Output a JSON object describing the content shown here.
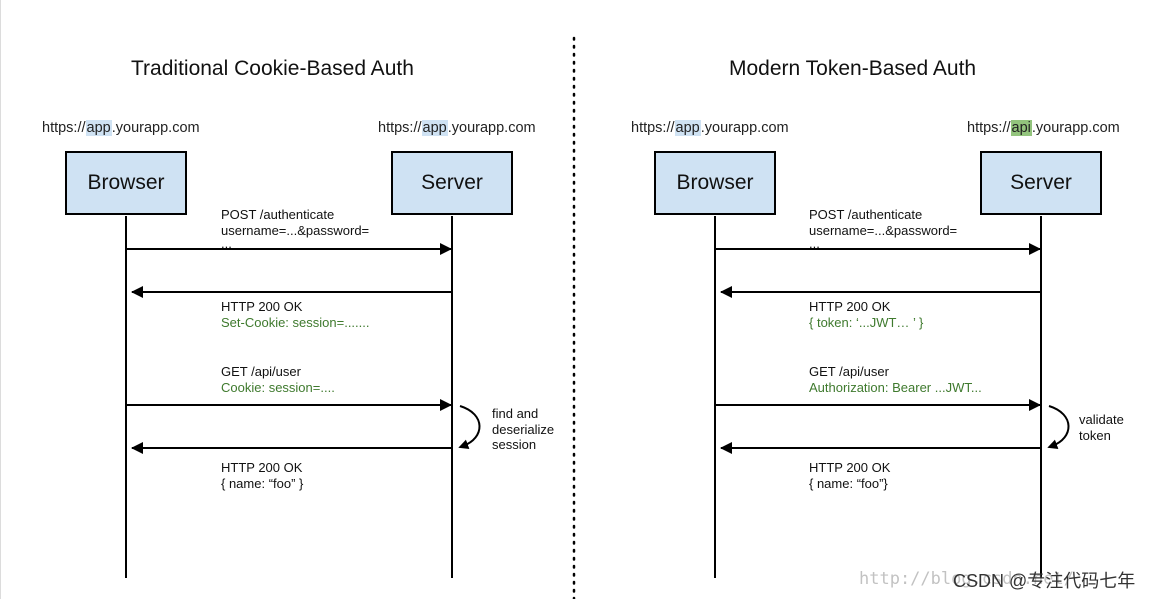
{
  "left": {
    "title": "Traditional Cookie-Based Auth",
    "browser_url": {
      "pre": "https://",
      "hl": "app",
      "post": ".yourapp.com",
      "hl_color": "#cfe2f3"
    },
    "server_url": {
      "pre": "https://",
      "hl": "app",
      "post": ".yourapp.com",
      "hl_color": "#cfe2f3"
    },
    "browser_label": "Browser",
    "server_label": "Server",
    "msg1": {
      "line1": "POST /authenticate",
      "line2": "username=...&password=",
      "line3": "..."
    },
    "msg2": {
      "line1": "HTTP 200 OK",
      "line2": "Set-Cookie: session=......."
    },
    "msg3": {
      "line1": "GET /api/user",
      "line2": "Cookie: session=...."
    },
    "note": {
      "line1": "find and",
      "line2": "deserialize",
      "line3": "session"
    },
    "msg4": {
      "line1": "HTTP 200 OK",
      "line2": "{  name: “foo” }"
    }
  },
  "right": {
    "title": "Modern Token-Based Auth",
    "browser_url": {
      "pre": "https://",
      "hl": "app",
      "post": ".yourapp.com",
      "hl_color": "#cfe2f3"
    },
    "server_url": {
      "pre": "https://",
      "hl": "api",
      "post": ".yourapp.com",
      "hl_color": "#93c47d"
    },
    "browser_label": "Browser",
    "server_label": "Server",
    "msg1": {
      "line1": "POST /authenticate",
      "line2": "username=...&password=",
      "line3": "..."
    },
    "msg2": {
      "line1": "HTTP 200 OK",
      "line2": "{ token: ‘...JWT… ’ }"
    },
    "msg3": {
      "line1": "GET /api/user",
      "line2": "Authorization: Bearer ...JWT..."
    },
    "note": {
      "line1": "validate",
      "line2": "token"
    },
    "msg4": {
      "line1": "HTTP 200 OK",
      "line2": "{ name: “foo”}"
    }
  },
  "watermark": {
    "url": "http://blog.csdn.net/",
    "csdn": "CSDN @专注代码七年"
  }
}
